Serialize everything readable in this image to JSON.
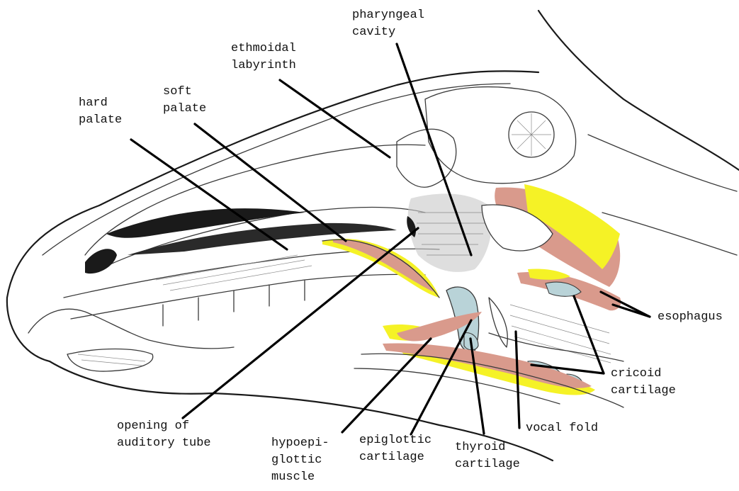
{
  "colors": {
    "fat": "#f5f226",
    "muscle": "#d99a8c",
    "cartilage": "#b9d3d8",
    "outline": "#2a2a2a",
    "leader": "#000000",
    "dark_cavity": "#1a1a1a",
    "shading": "#9a9a9a"
  },
  "labels": {
    "pharyngeal_cavity": [
      "pharyngeal",
      "cavity"
    ],
    "ethmoidal_labyrinth": [
      "ethmoidal",
      "labyrinth"
    ],
    "soft_palate": [
      "soft",
      "palate"
    ],
    "hard_palate": [
      "hard",
      "palate"
    ],
    "esophagus": [
      "esophagus"
    ],
    "cricoid_cartilage": [
      "cricoid",
      "cartilage"
    ],
    "vocal_fold": [
      "vocal fold"
    ],
    "opening_of_auditory_tube": [
      "opening of",
      "auditory tube"
    ],
    "hypoepiglottic_muscle": [
      "hypoepi-",
      "glottic",
      "muscle"
    ],
    "epiglottic_cartilage": [
      "epiglottic",
      "cartilage"
    ],
    "thyroid_cartilage": [
      "thyroid",
      "cartilage"
    ]
  }
}
